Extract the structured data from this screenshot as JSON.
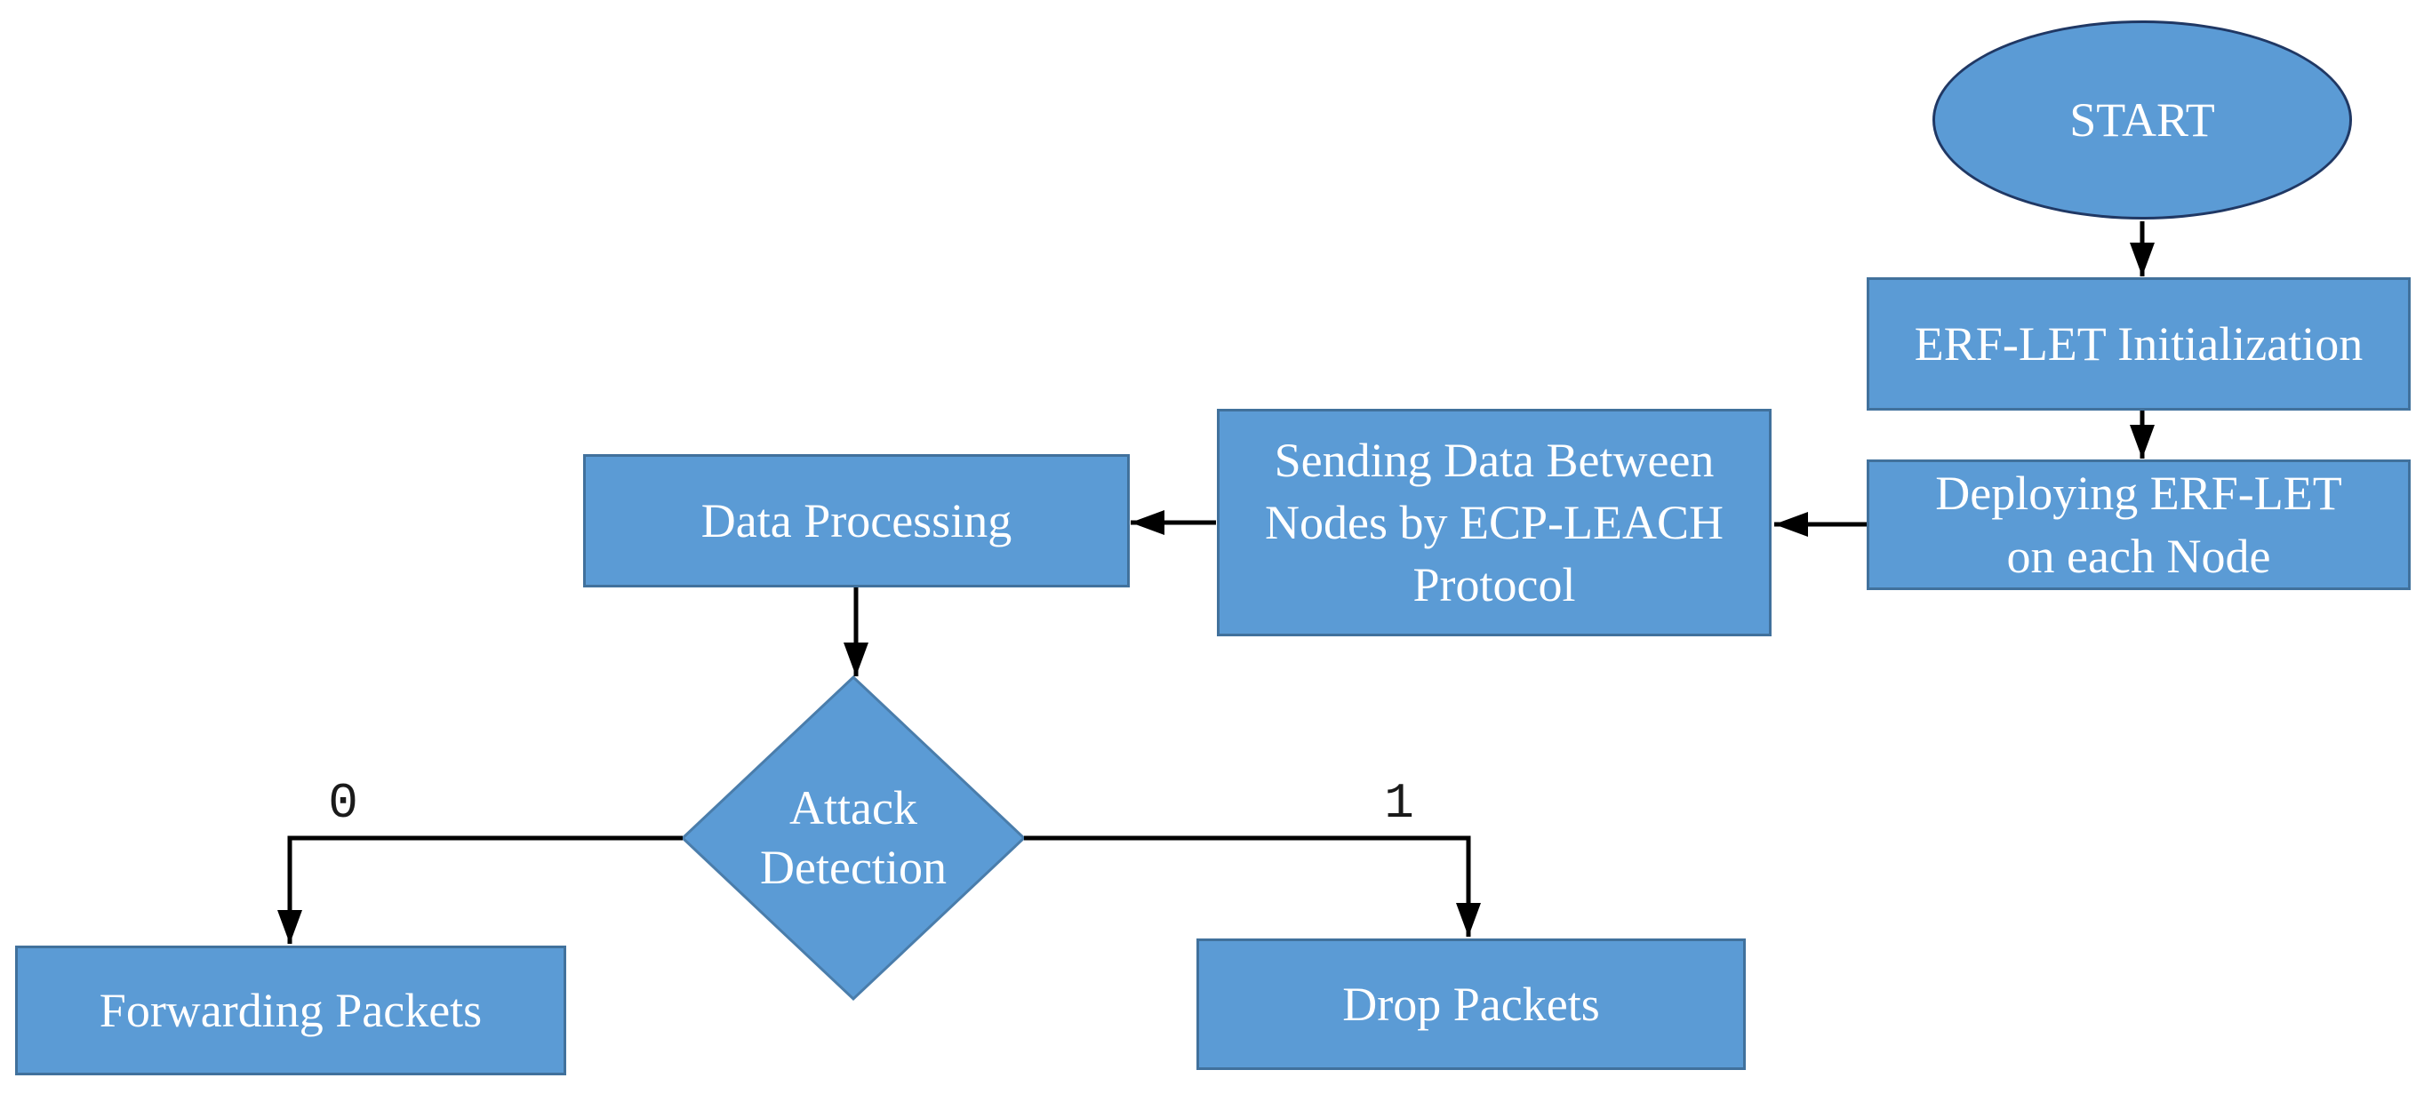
{
  "diagram": {
    "type": "flowchart",
    "nodes": {
      "start": {
        "shape": "ellipse",
        "label": "START"
      },
      "init": {
        "shape": "rect",
        "label": "ERF-LET Initialization"
      },
      "deploy": {
        "shape": "rect",
        "label": [
          "Deploying ERF-LET",
          "on each Node"
        ]
      },
      "sending": {
        "shape": "rect",
        "label": [
          "Sending Data Between",
          "Nodes by ECP-LEACH",
          "Protocol"
        ]
      },
      "processing": {
        "shape": "rect",
        "label": "Data Processing"
      },
      "detection": {
        "shape": "diamond",
        "label": [
          "Attack",
          "Detection"
        ]
      },
      "forwarding": {
        "shape": "rect",
        "label": "Forwarding Packets"
      },
      "drop": {
        "shape": "rect",
        "label": "Drop Packets"
      }
    },
    "branches": {
      "left_label": "0",
      "right_label": "1"
    },
    "edges": [
      "start -> init",
      "init -> deploy",
      "deploy -> sending",
      "sending -> processing",
      "processing -> detection",
      "detection -0-> forwarding",
      "detection -1-> drop"
    ],
    "colors": {
      "node_fill": "#5b9bd5",
      "node_border": "#41719c",
      "ellipse_border": "#203864",
      "diamond_border": "#4a7dab",
      "connector": "#000000",
      "text": "#ffffff",
      "branch_label": "#1a1a1a",
      "background": "#ffffff"
    }
  }
}
